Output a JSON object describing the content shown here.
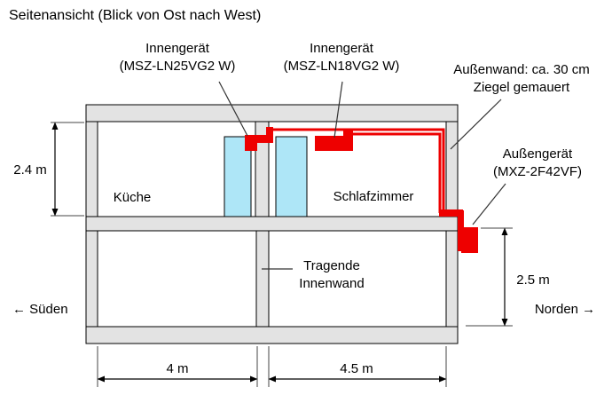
{
  "title": "Seitenansicht (Blick von Ost nach West)",
  "rooms": {
    "kitchen": "Küche",
    "bedroom": "Schlafzimmer"
  },
  "callouts": {
    "indoor_unit_kitchen": {
      "line1": "Innengerät",
      "line2": "(MSZ-LN25VG2 W)"
    },
    "indoor_unit_bedroom": {
      "line1": "Innengerät",
      "line2": "(MSZ-LN18VG2 W)"
    },
    "outer_wall": {
      "line1": "Außenwand: ca. 30 cm",
      "line2": "Ziegel gemauert"
    },
    "outdoor_unit": {
      "line1": "Außengerät",
      "line2": "(MXZ-2F42VF)"
    },
    "load_bearing_wall": {
      "line1": "Tragende",
      "line2": "Innenwand"
    }
  },
  "dimensions": {
    "ceiling_height": "2.4 m",
    "outdoor_unit_height": "2.5 m",
    "kitchen_width": "4 m",
    "bedroom_width": "4.5 m"
  },
  "compass": {
    "south": "← Süden",
    "north": "Norden →"
  },
  "colors": {
    "wall_fill": "#e3e3e3",
    "panel_fill": "#aee6f7",
    "unit_and_pipe_red": "#ee0000",
    "outline": "#000000",
    "background": "#ffffff"
  }
}
